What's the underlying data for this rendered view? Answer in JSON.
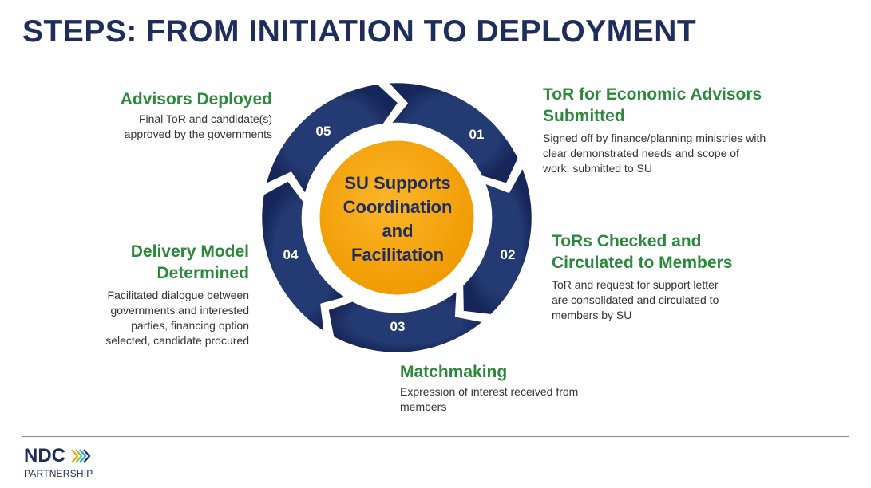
{
  "title": "STEPS: FROM INITIATION TO DEPLOYMENT",
  "center": {
    "lines": [
      "SU Supports",
      "Coordination",
      "and",
      "Facilitation"
    ]
  },
  "steps": [
    {
      "number": "01",
      "heading_lines": [
        "ToR for Economic Advisors",
        "Submitted"
      ],
      "desc_lines": [
        "Signed off by finance/planning ministries with",
        "clear demonstrated needs and scope of",
        "work; submitted to SU"
      ]
    },
    {
      "number": "02",
      "heading_lines": [
        "ToRs Checked and",
        "Circulated to Members"
      ],
      "desc_lines": [
        "ToR and request for support letter",
        "are consolidated and circulated to",
        "members by SU"
      ]
    },
    {
      "number": "03",
      "heading_lines": [
        "Matchmaking"
      ],
      "desc_lines": [
        "Expression of interest received from",
        "members"
      ]
    },
    {
      "number": "04",
      "heading_lines": [
        "Delivery Model",
        "Determined"
      ],
      "desc_lines": [
        "Facilitated dialogue between",
        "governments and interested",
        "parties, financing option",
        "selected, candidate procured"
      ]
    },
    {
      "number": "05",
      "heading_lines": [
        "Advisors Deployed"
      ],
      "desc_lines": [
        "Final ToR and candidate(s)",
        "approved by the governments"
      ]
    }
  ],
  "logo": {
    "brand": "NDC",
    "sub": "PARTNERSHIP"
  },
  "colors": {
    "navy": "#1f2d5c",
    "green": "#2a8a3a",
    "orange": "#f5a20e",
    "logo_arrows": [
      "#f5a20e",
      "#8cc63f",
      "#27a9e1",
      "#1f2d5c"
    ]
  }
}
